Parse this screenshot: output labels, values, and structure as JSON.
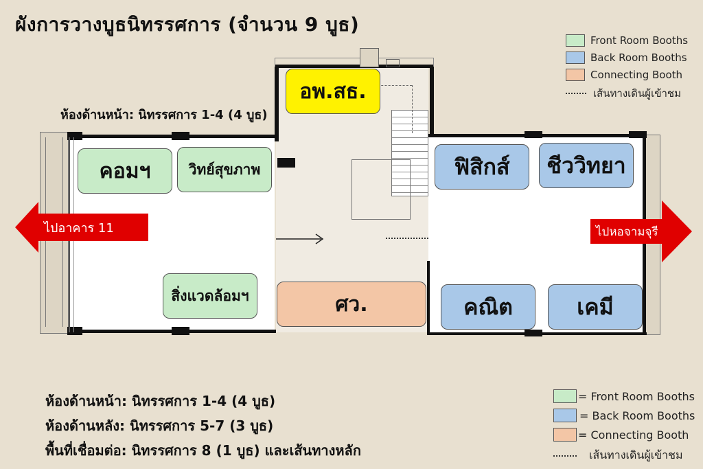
{
  "title": "ผังการวางบูธนิทรรศการ (จำนวน 9 บูธ)",
  "front_caption": "ห้องด้านหน้า: นิทรรศการ 1-4 (4 บูธ)",
  "booths": {
    "comp": "คอมฯ",
    "health": "วิทย์สุขภาพ",
    "env": "สิ่งแวดล้อมฯ",
    "special": "อพ.สธ.",
    "connect": "ศว.",
    "physics": "ฟิสิกส์",
    "biology": "ชีววิทยา",
    "math": "คณิต",
    "chem": "เคมี"
  },
  "exits": {
    "left": "ไปอาคาร 11",
    "right": "ไปหอจามจุรี"
  },
  "legend_top": {
    "front": "Front Room Booths",
    "back": "Back Room Booths",
    "connect": "Connecting Booth",
    "path": "เส้นทางเดินผู้เข้าชม"
  },
  "legend_bottom": {
    "front": "= Front Room Booths",
    "back": "= Back Room Booths",
    "connect": "= Connecting Booth",
    "path": "เส้นทางเดินผู้เข้าชม"
  },
  "summary": {
    "line1": "ห้องด้านหน้า: นิทรรศการ  1-4 (4 บูธ)",
    "line2": "ห้องด้านหลัง: นิทรรศการ 5-7 (3 บูธ)",
    "line3": "พื้นที่เชื่อมต่อ: นิทรรศการ 8 (1 บูธ) และเส้นทางหลัก"
  },
  "colors": {
    "front": "#c8ebc8",
    "back": "#a9c8e8",
    "connect": "#f3c6a6",
    "special": "#fff200",
    "exit_arrow": "#e00000",
    "background": "#e8e0d0"
  }
}
